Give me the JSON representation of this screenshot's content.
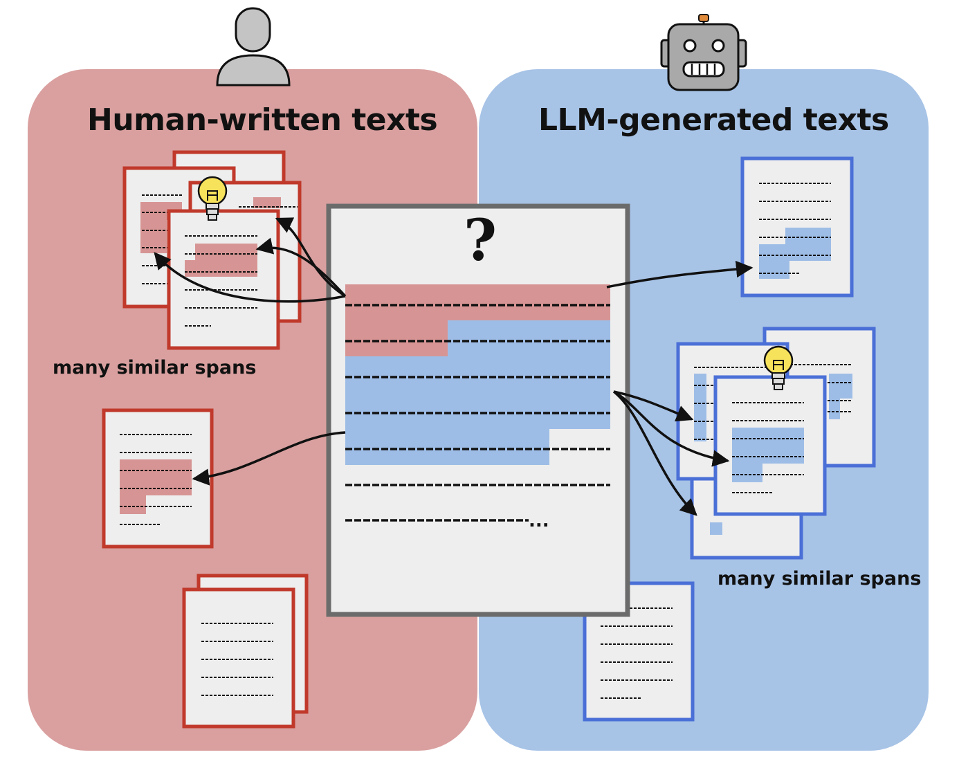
{
  "human_title": "Human-written texts",
  "llm_title": "LLM-generated texts",
  "query_symbol": "?",
  "query_ellipsis": "...",
  "human_similar_note": "many similar spans",
  "llm_similar_note": "many similar spans",
  "icons": {
    "human": "person-icon",
    "llm": "robot-icon",
    "idea": "lightbulb-icon"
  },
  "colors": {
    "human_region": "#d9a09f",
    "llm_region": "#a7c3e6",
    "human_border": "#c0392b",
    "llm_border": "#4a6fd6",
    "human_highlight": "#d69594",
    "llm_highlight": "#9ebde6",
    "query_border": "#6b6b6b",
    "bulb": "#f7e25c"
  }
}
